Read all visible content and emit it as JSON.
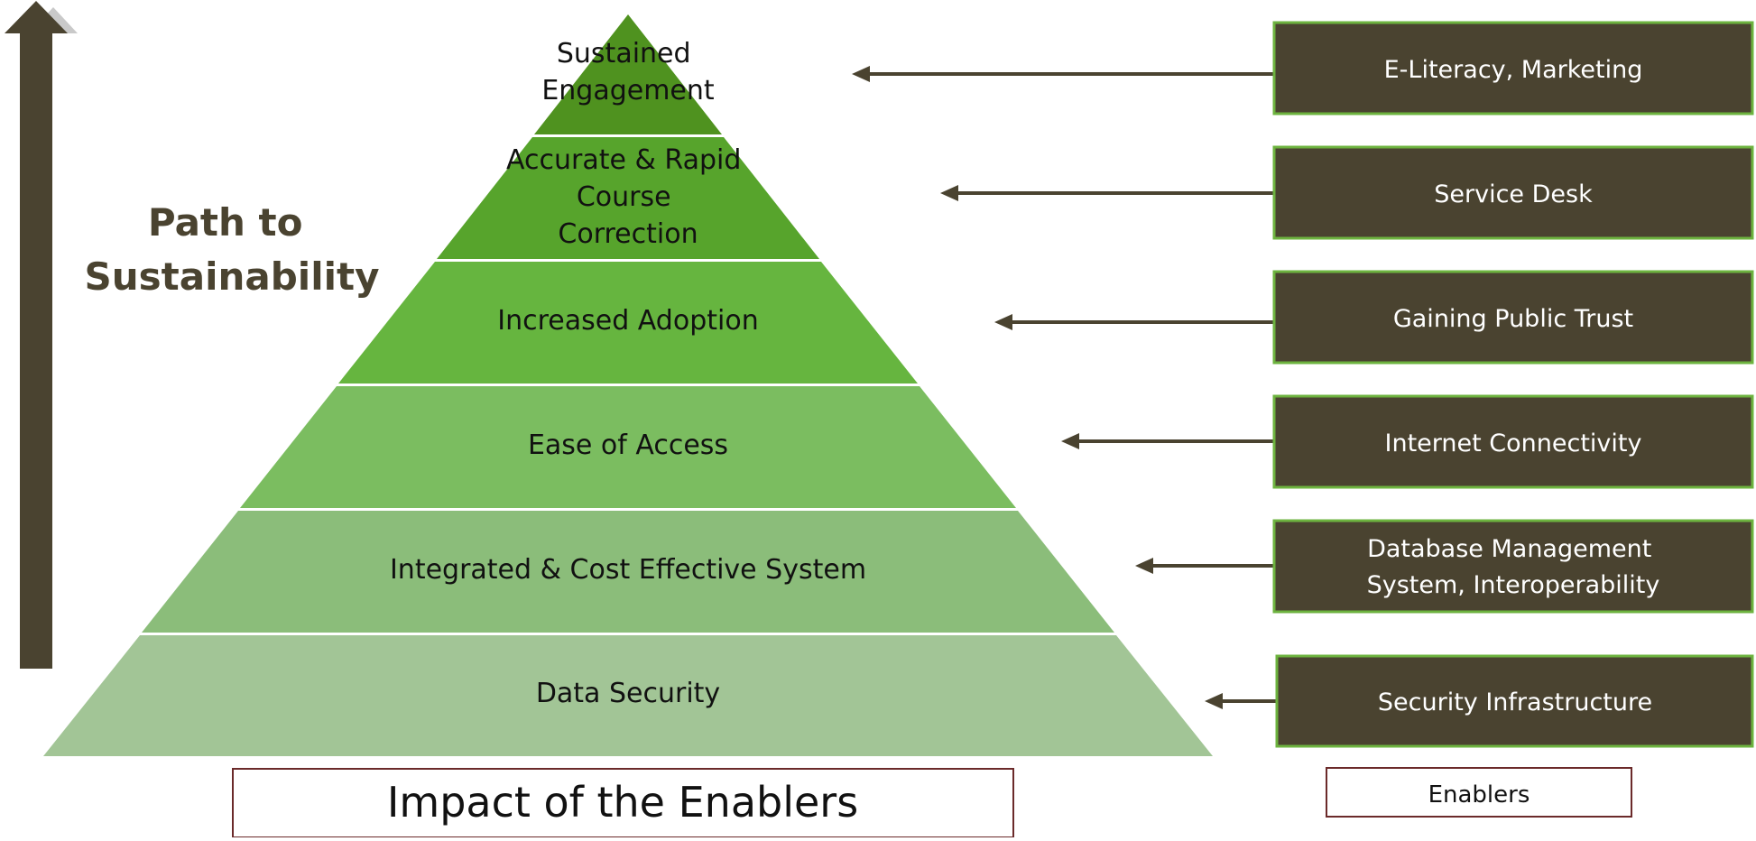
{
  "side_label": {
    "lines": [
      "Path to",
      "Sustainability"
    ]
  },
  "pyramid": {
    "tiers": [
      {
        "lines": [
          "Sustained",
          "Engagement"
        ],
        "color": "#4f921f"
      },
      {
        "lines": [
          "Accurate & Rapid",
          "Course",
          "Correction"
        ],
        "color": "#57a42c"
      },
      {
        "lines": [
          "Increased Adoption"
        ],
        "color": "#66b53f"
      },
      {
        "lines": [
          "Ease of Access"
        ],
        "color": "#7bbd60"
      },
      {
        "lines": [
          "Integrated & Cost Effective System"
        ],
        "color": "#8bbd7a"
      },
      {
        "lines": [
          "Data Security"
        ],
        "color": "#a2c596"
      }
    ]
  },
  "enablers": {
    "items": [
      {
        "lines": [
          "E-Literacy, Marketing"
        ]
      },
      {
        "lines": [
          "Service Desk"
        ]
      },
      {
        "lines": [
          "Gaining Public Trust"
        ]
      },
      {
        "lines": [
          "Internet Connectivity"
        ]
      },
      {
        "lines": [
          "Database Management",
          "System, Interoperability"
        ]
      },
      {
        "lines": [
          "Security Infrastructure"
        ]
      }
    ],
    "box_fill": "#4a4330",
    "box_border": "#6db33f"
  },
  "captions": {
    "impact": "Impact of the Enablers",
    "enablers": "Enablers"
  },
  "colors": {
    "arrow": "#4a4330",
    "caption_border": "#6b2a2a"
  }
}
